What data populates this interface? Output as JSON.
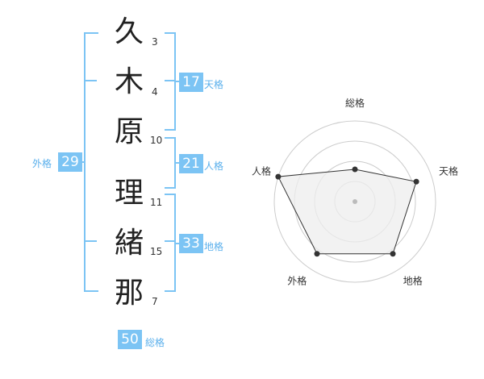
{
  "characters": [
    {
      "char": "久",
      "strokes": "3"
    },
    {
      "char": "木",
      "strokes": "4"
    },
    {
      "char": "原",
      "strokes": "10"
    },
    {
      "char": "理",
      "strokes": "11"
    },
    {
      "char": "緒",
      "strokes": "15"
    },
    {
      "char": "那",
      "strokes": "7"
    }
  ],
  "kakusu": {
    "tenkaku": {
      "value": "17",
      "label": "天格"
    },
    "jinkaku": {
      "value": "21",
      "label": "人格"
    },
    "chikaku": {
      "value": "33",
      "label": "地格"
    },
    "gaikaku": {
      "value": "29",
      "label": "外格"
    },
    "soukaku": {
      "value": "50",
      "label": "総格"
    }
  },
  "chart_data": {
    "type": "radar",
    "axes": [
      "総格",
      "天格",
      "地格",
      "外格",
      "人格"
    ],
    "values": [
      0.4,
      0.8,
      0.8,
      0.8,
      1.0
    ],
    "rings": 4,
    "colors": {
      "fill": "#eeeeee",
      "line": "#333333",
      "ring": "#cccccc",
      "point": "#333333",
      "center": "#bbbbbb"
    }
  },
  "colors": {
    "accent": "#7cc4f4",
    "label": "#5bb0ec"
  }
}
